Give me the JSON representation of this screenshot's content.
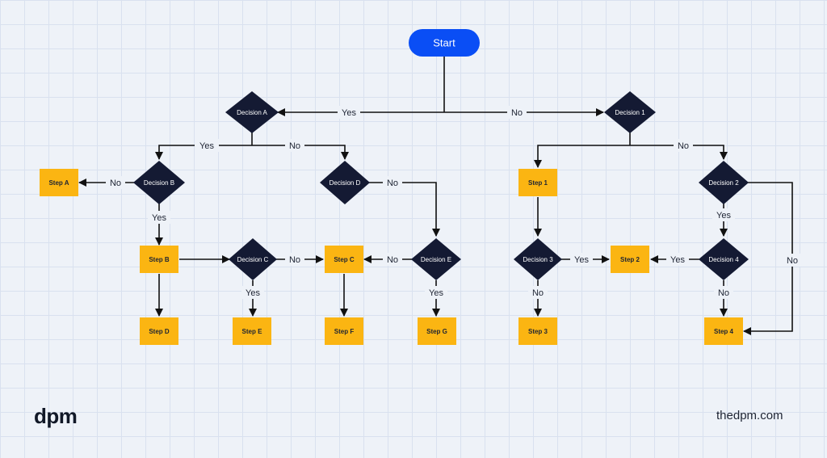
{
  "start": "Start",
  "decisions": {
    "A": "Decision A",
    "B": "Decision B",
    "C": "Decision C",
    "D": "Decision D",
    "E": "Decision E",
    "d1": "Decision 1",
    "d2": "Decision 2",
    "d3": "Decision 3",
    "d4": "Decision 4"
  },
  "steps": {
    "A": "Step A",
    "B": "Step B",
    "C": "Step C",
    "D": "Step D",
    "E": "Step E",
    "F": "Step F",
    "G": "Step G",
    "s1": "Step 1",
    "s2": "Step 2",
    "s3": "Step 3",
    "s4": "Step 4"
  },
  "labels": {
    "yes": "Yes",
    "no": "No"
  },
  "footer": {
    "logo": "dpm",
    "site": "thedpm.com"
  },
  "colors": {
    "start": "#0a4ef5",
    "decision": "#141a33",
    "step": "#fbb512",
    "line": "#111111",
    "grid": "#d9e1ef",
    "background": "#eef2f8"
  }
}
